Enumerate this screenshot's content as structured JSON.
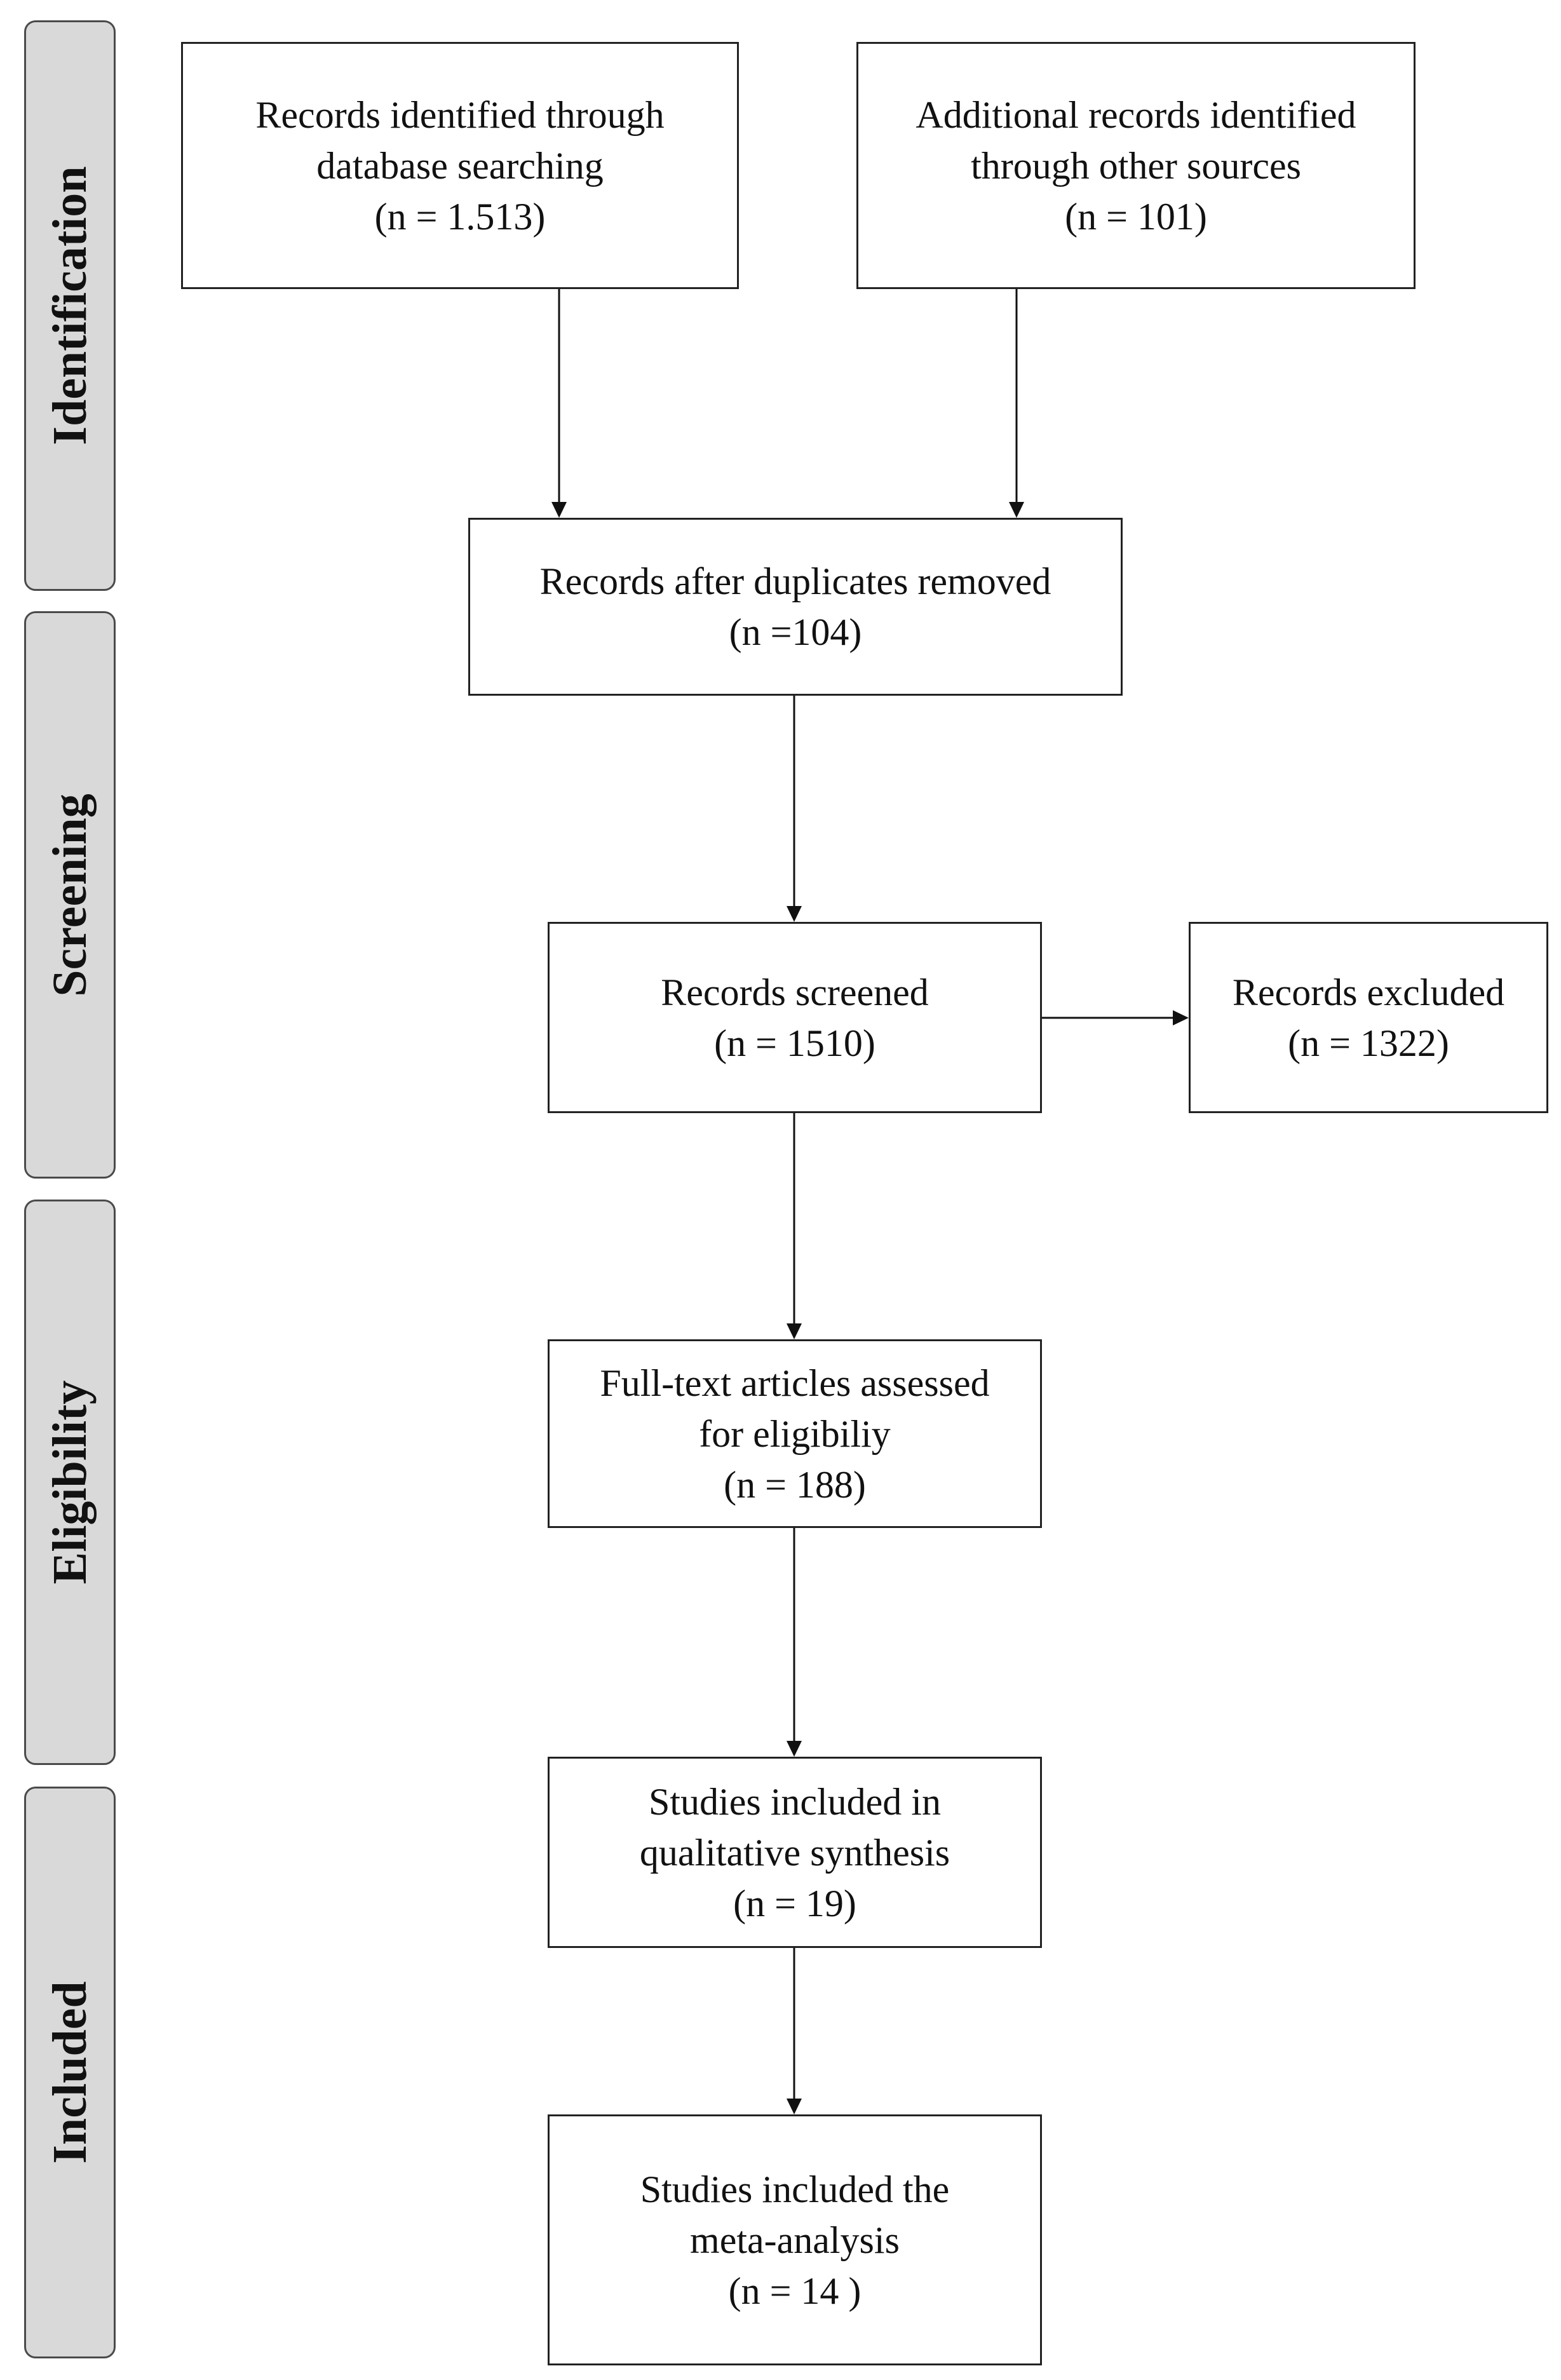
{
  "phases": [
    {
      "label": "Identification"
    },
    {
      "label": "Screening"
    },
    {
      "label": "Eligibility"
    },
    {
      "label": "Included"
    }
  ],
  "boxes": {
    "database": {
      "line1": "Records identified through",
      "line2": "database searching",
      "count": "(n = 1.513)"
    },
    "other": {
      "line1": "Additional records identified",
      "line2": "through other sources",
      "count": "(n = 101)"
    },
    "duplicates": {
      "line1": "Records after duplicates removed",
      "count": "(n =104)"
    },
    "screened": {
      "line1": "Records screened",
      "count": "(n = 1510)"
    },
    "excluded": {
      "line1": "Records excluded",
      "count": "(n = 1322)"
    },
    "fulltext": {
      "line1": "Full-text articles assessed",
      "line2": "for eligibiliy",
      "count": "(n = 188)"
    },
    "qualitative": {
      "line1": "Studies included in",
      "line2": "qualitative synthesis",
      "count": "(n = 19)"
    },
    "meta": {
      "line1": "Studies included the",
      "line2": "meta-analysis",
      "count": "(n = 14 )"
    }
  }
}
